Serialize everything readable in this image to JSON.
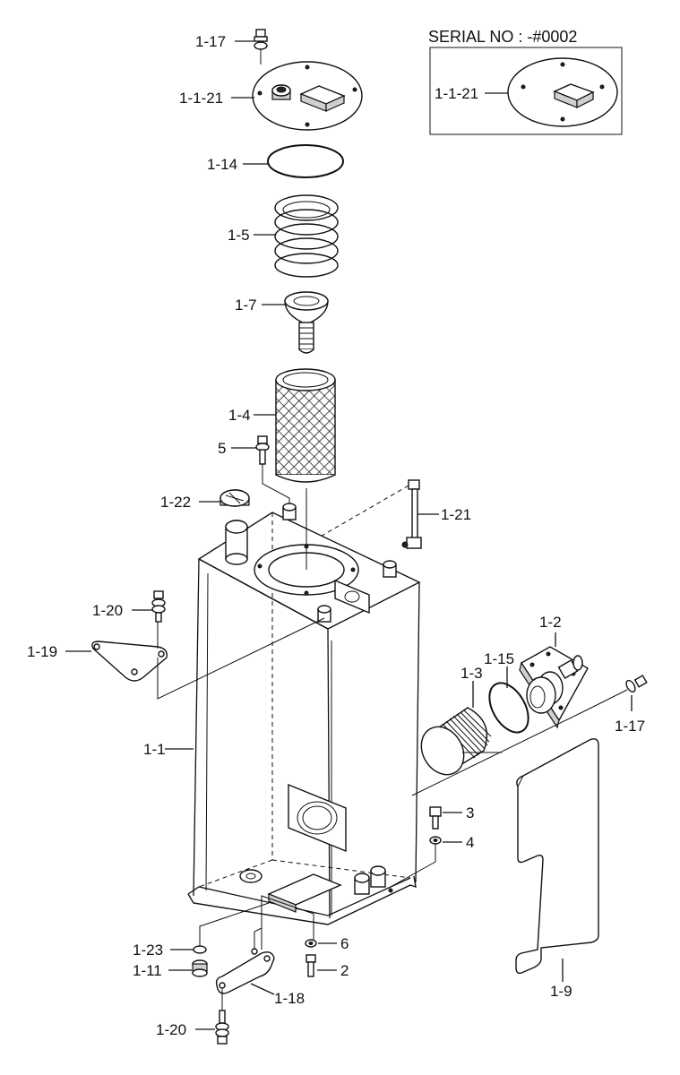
{
  "diagram": {
    "serial_box": {
      "title": "SERIAL NO : -#0002",
      "part_label": "1-1-21"
    },
    "labels": {
      "p1_17_top": "1-17",
      "p1_1_21": "1-1-21",
      "p1_14": "1-14",
      "p1_5": "1-5",
      "p1_7": "1-7",
      "p1_4": "1-4",
      "p5": "5",
      "p1_22": "1-22",
      "p1_21": "1-21",
      "p1_20_top": "1-20",
      "p1_19": "1-19",
      "p1_2": "1-2",
      "p1_15": "1-15",
      "p1_3": "1-3",
      "p1_17_right": "1-17",
      "p1_1": "1-1",
      "p3": "3",
      "p4": "4",
      "p6": "6",
      "p2": "2",
      "p1_23": "1-23",
      "p1_11": "1-11",
      "p1_18": "1-18",
      "p1_9": "1-9",
      "p1_20_bottom": "1-20"
    }
  }
}
